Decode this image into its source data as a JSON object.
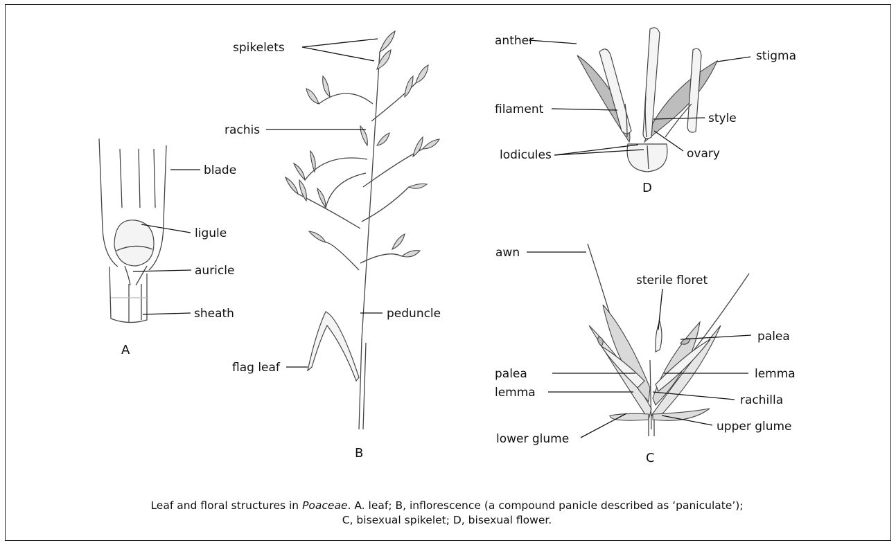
{
  "panels": {
    "A": {
      "letter": "A",
      "labels": {
        "blade": "blade",
        "ligule": "ligule",
        "auricle": "auricle",
        "sheath": "sheath"
      }
    },
    "B": {
      "letter": "B",
      "labels": {
        "spikelets": "spikelets",
        "rachis": "rachis",
        "peduncle": "peduncle",
        "flag_leaf": "flag leaf"
      }
    },
    "C": {
      "letter": "C",
      "labels": {
        "awn": "awn",
        "sterile_floret": "sterile floret",
        "palea_right": "palea",
        "palea_left": "palea",
        "lemma_right": "lemma",
        "lemma_left": "lemma",
        "rachilla": "rachilla",
        "upper_glume": "upper glume",
        "lower_glume": "lower glume"
      }
    },
    "D": {
      "letter": "D",
      "labels": {
        "anther": "anther",
        "stigma": "stigma",
        "filament": "filament",
        "style": "style",
        "lodicules": "lodicules",
        "ovary": "ovary"
      }
    }
  },
  "caption": {
    "part1": "Leaf and floral structures in ",
    "taxon": "Poaceae",
    "part2": ". A. leaf; B, inflorescence (a compound panicle described as ‘paniculate’);",
    "line2": "C, bisexual spikelet; D, bisexual flower."
  }
}
